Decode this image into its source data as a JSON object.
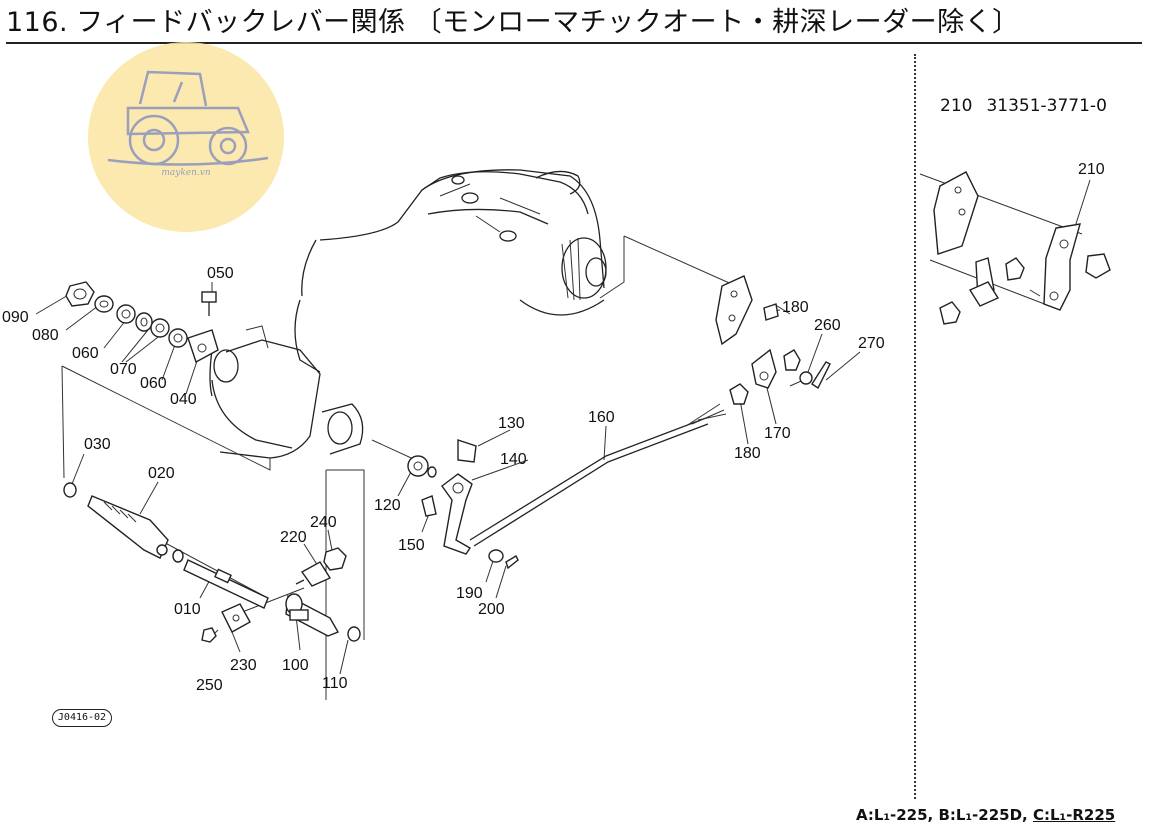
{
  "header": {
    "number": "116.",
    "title": "フィードバックレバー関係 〔モンローマチックオート・耕深レーダー除く〕"
  },
  "watermark": {
    "text": "mayken.vn"
  },
  "side_panel": {
    "ref_no": "210",
    "part_code": "31351-3771-0",
    "label": "210"
  },
  "figure_code": "J0416-02",
  "footnote": {
    "a": "A:L₁-225,",
    "b": "B:L₁-225D,",
    "c": "C:L₁-R225"
  },
  "callouts": {
    "p010": "010",
    "p020": "020",
    "p030": "030",
    "p040": "040",
    "p050": "050",
    "p060a": "060",
    "p060b": "060",
    "p070": "070",
    "p080": "080",
    "p090": "090",
    "p100": "100",
    "p110": "110",
    "p120": "120",
    "p130": "130",
    "p140": "140",
    "p150": "150",
    "p160": "160",
    "p170": "170",
    "p180a": "180",
    "p180b": "180",
    "p190": "190",
    "p200": "200",
    "p220": "220",
    "p230": "230",
    "p240": "240",
    "p250": "250",
    "p260": "260",
    "p270": "270"
  },
  "colors": {
    "watermark_bg": "#fbe6a3",
    "line": "#222222"
  }
}
